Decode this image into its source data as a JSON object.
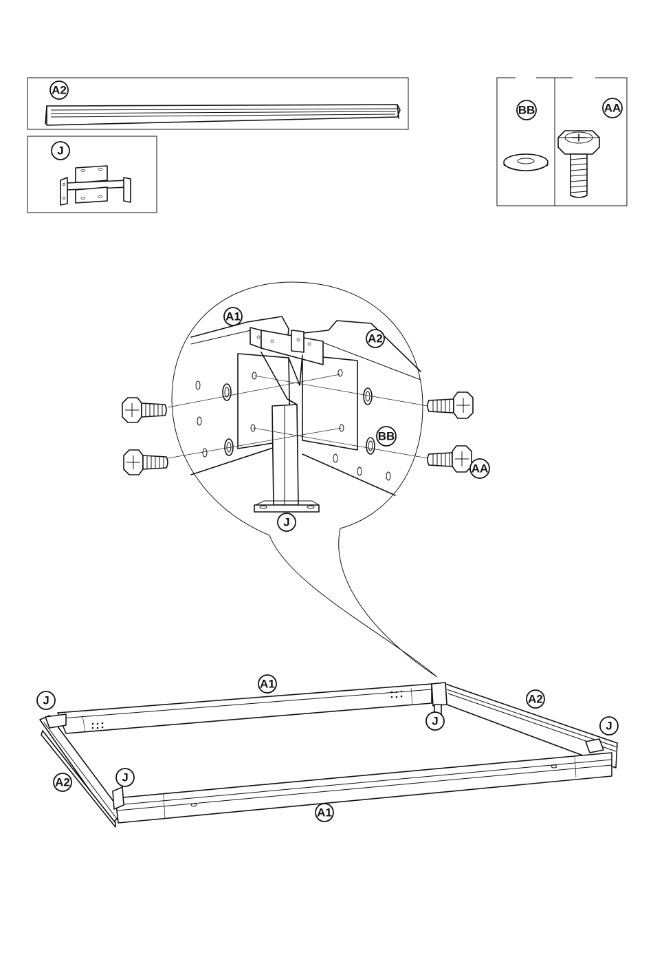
{
  "parts": {
    "a2": "A2",
    "j": "J",
    "bb": "BB",
    "aa": "AA"
  },
  "detail": {
    "a1": "A1",
    "a2": "A2",
    "bb": "BB",
    "aa": "AA",
    "j": "J"
  },
  "frame": {
    "a1_back": "A1",
    "a1_front": "A1",
    "a2_left": "A2",
    "a2_right": "A2",
    "j_back_left": "J",
    "j_back_right": "J",
    "j_front_left": "J",
    "j_front_right": "J"
  }
}
